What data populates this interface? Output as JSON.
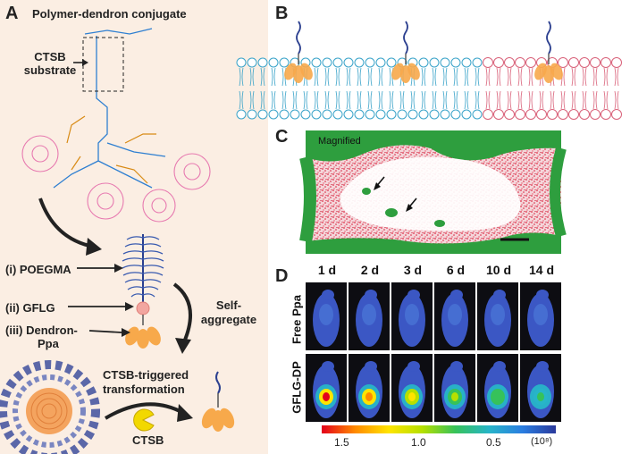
{
  "panel_labels": {
    "a": "A",
    "b": "B",
    "c": "C",
    "d": "D"
  },
  "panel_a": {
    "title": "Polymer-dendron conjugate",
    "ctsb_substrate_line1": "CTSB",
    "ctsb_substrate_line2": "substrate",
    "poegma": "(i) POEGMA",
    "gflg": "(ii) GFLG",
    "dendron_line1": "(iii) Dendron-",
    "dendron_line2": "Ppa",
    "self_aggregate_line1": "Self-",
    "self_aggregate_line2": "aggregate",
    "transformation_line1": "CTSB-triggered",
    "transformation_line2": "transformation",
    "ctsb_enzyme": "CTSB"
  },
  "panel_c": {
    "magnified": "Magnified"
  },
  "panel_d": {
    "days": [
      "1 d",
      "2 d",
      "3 d",
      "6 d",
      "10 d",
      "14 d"
    ],
    "rows": [
      "Free Ppa",
      "GFLG-DP"
    ],
    "colorbar_ticks": [
      "1.5",
      "1.0",
      "0.5"
    ],
    "colorbar_unit": "(10⁸)",
    "colorbar_colors": [
      "#e3001b",
      "#ff8a00",
      "#ffe400",
      "#b6e000",
      "#36c25a",
      "#27b5c8",
      "#2a7de1",
      "#2b3a9c"
    ]
  },
  "colors": {
    "panel_a_bg": "#fbeee3",
    "membrane_blue": "#3aa3c9",
    "membrane_red": "#d9627a",
    "dendron_orange": "#f7a94b",
    "micrograph_green": "#2e9e3e",
    "micrograph_red": "#e0304a"
  }
}
